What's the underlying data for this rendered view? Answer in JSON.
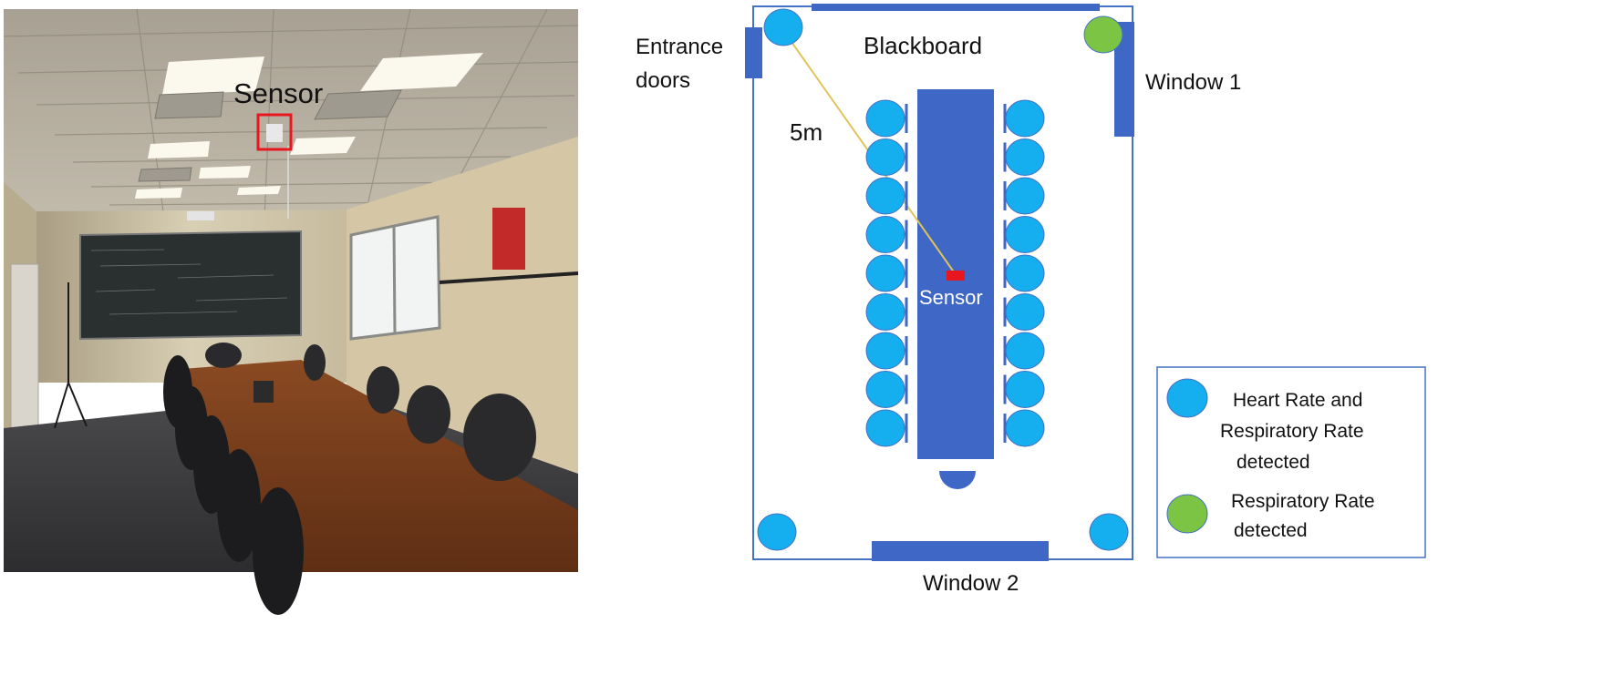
{
  "photo": {
    "sensor_label": "Sensor"
  },
  "floor_plan": {
    "labels": {
      "entrance": [
        "Entrance",
        "doors"
      ],
      "blackboard": "Blackboard",
      "window_1": "Window 1",
      "window_2": "Window 2",
      "distance": "5m",
      "sensor": "Sensor"
    },
    "seats_per_side": 9,
    "corner_seats": [
      {
        "corner": "top-left",
        "status": "hr_rr"
      },
      {
        "corner": "top-right",
        "status": "rr_only"
      },
      {
        "corner": "bottom-left",
        "status": "hr_rr"
      },
      {
        "corner": "bottom-right",
        "status": "hr_rr"
      }
    ]
  },
  "legend": {
    "items": [
      {
        "status": "hr_rr",
        "lines": [
          "Heart Rate and",
          "Respiratory Rate",
          "detected"
        ]
      },
      {
        "status": "rr_only",
        "lines": [
          "Respiratory Rate",
          "detected"
        ]
      }
    ]
  },
  "colors": {
    "wall_border": "#4472c4",
    "fixture_blue": "#3f67c6",
    "seat_blue": "#15aeef",
    "seat_green": "#7cc444",
    "sensor_red": "#e8171f",
    "distance_line": "#e0c45a"
  }
}
